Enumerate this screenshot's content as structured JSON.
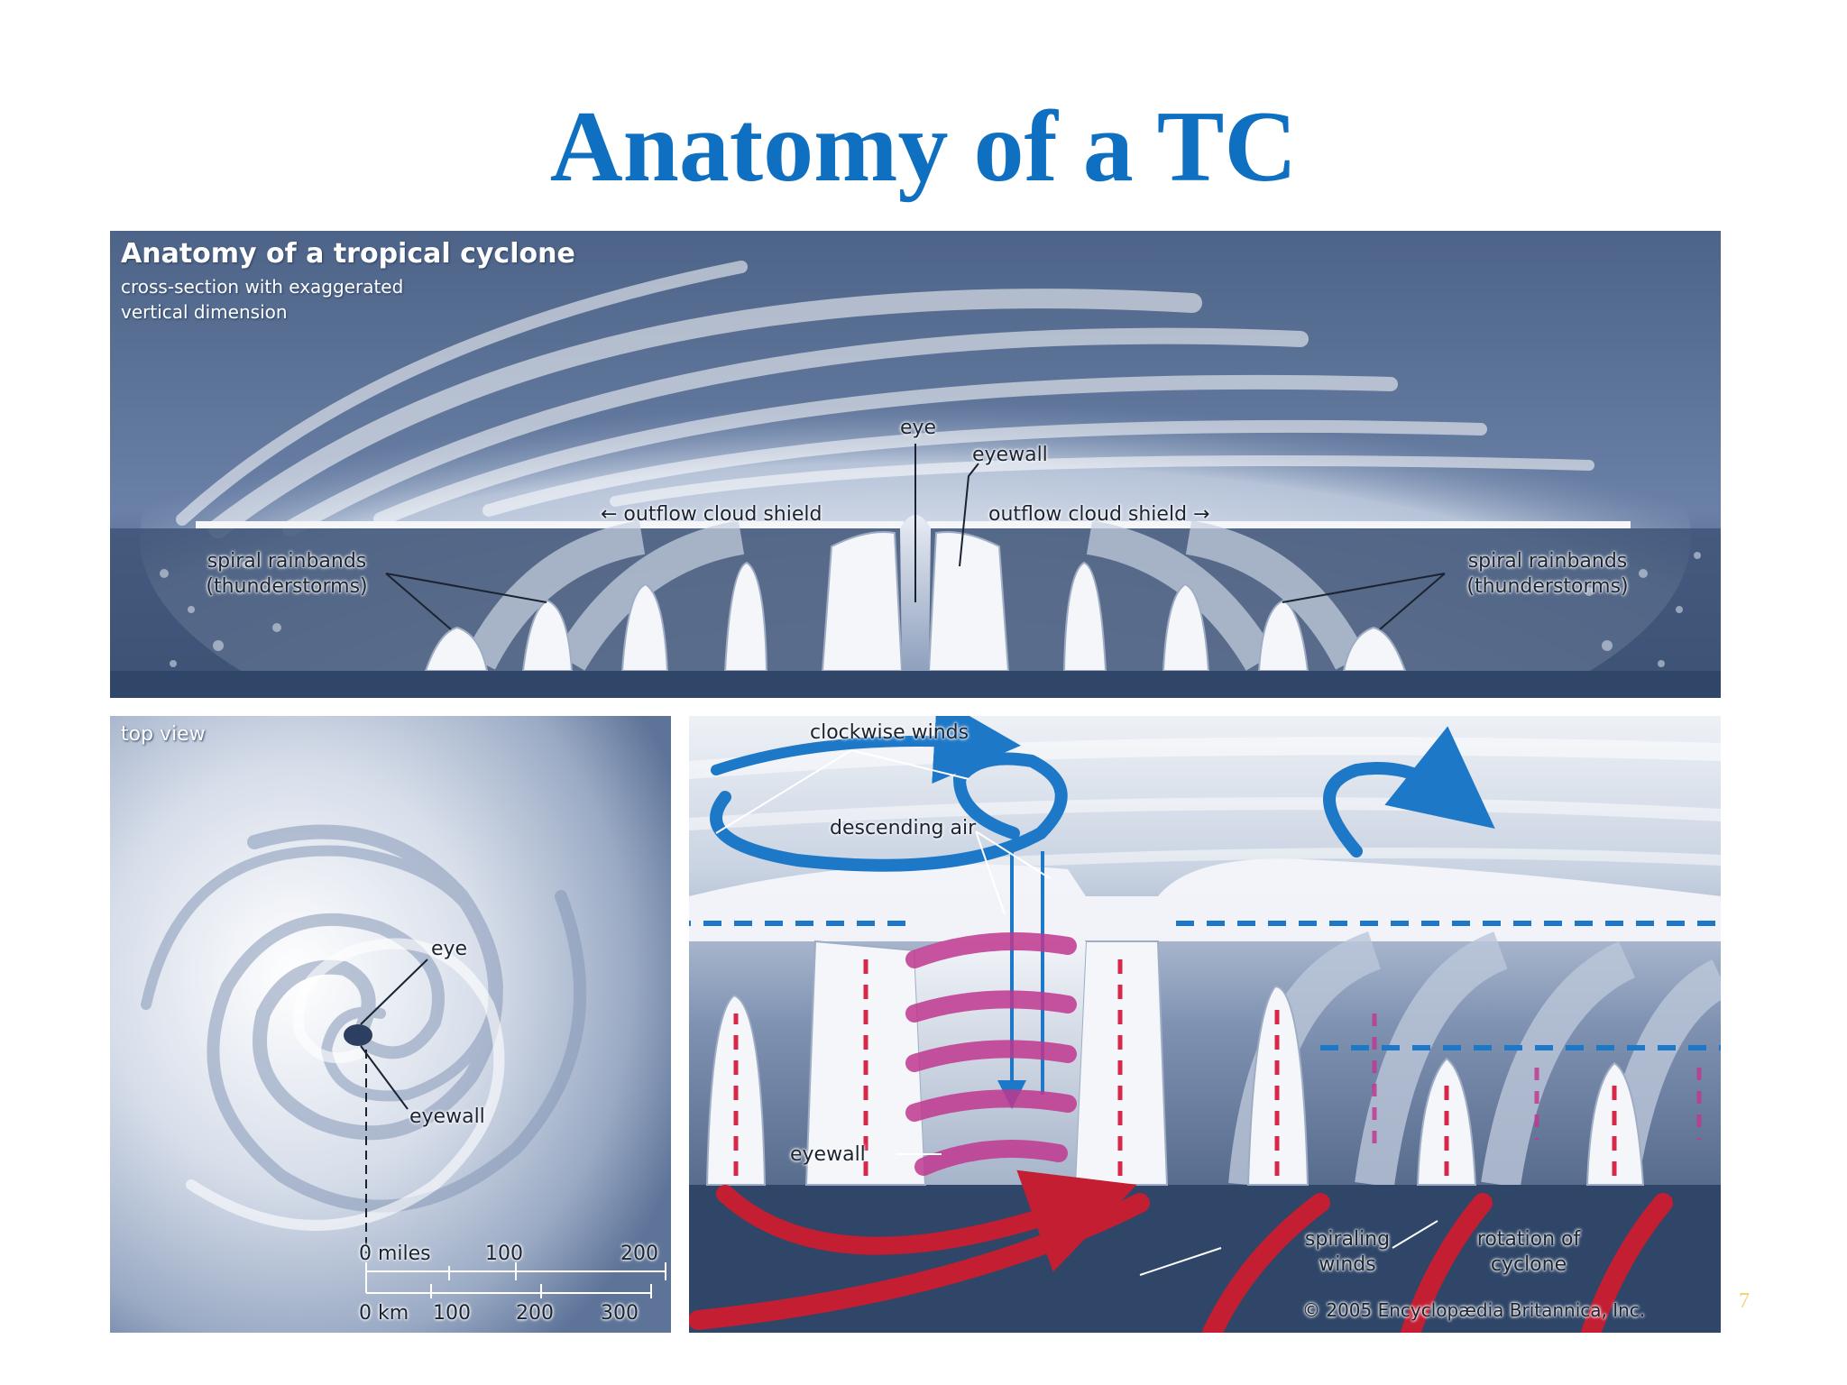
{
  "slide": {
    "title": "Anatomy of a TC",
    "page_number": "7",
    "title_color": "#0f6fc0"
  },
  "cross_section": {
    "heading": "Anatomy of a tropical cyclone",
    "subheading_line1": "cross-section with exaggerated",
    "subheading_line2": "vertical dimension",
    "labels": {
      "eye": "eye",
      "eyewall": "eyewall",
      "outflow_left": "← outflow cloud shield",
      "outflow_right": "outflow cloud shield →",
      "rainbands_left_line1": "spiral rainbands",
      "rainbands_left_line2": "(thunderstorms)",
      "rainbands_right_line1": "spiral rainbands",
      "rainbands_right_line2": "(thunderstorms)"
    }
  },
  "top_view": {
    "heading": "top view",
    "labels": {
      "eye": "eye",
      "eyewall": "eyewall"
    },
    "scale": {
      "miles_ticks": [
        "0 miles",
        "100",
        "200"
      ],
      "km_ticks": [
        "0 km",
        "100",
        "200",
        "300"
      ]
    }
  },
  "wind_view": {
    "labels": {
      "clockwise_winds": "clockwise winds",
      "descending_air": "descending air",
      "eyewall": "eyewall",
      "spiraling_winds_line1": "spiraling",
      "spiraling_winds_line2": "winds",
      "rotation_line1": "rotation of",
      "rotation_line2": "cyclone",
      "copyright": "© 2005 Encyclopædia Britannica, Inc."
    }
  },
  "colors": {
    "sky": "#566c90",
    "cloud": "#f2f4f8",
    "outflow_arrow": "#1e78c8",
    "updraft_arrow": "#d8284a",
    "spiral_ribbon": "#c03890"
  }
}
